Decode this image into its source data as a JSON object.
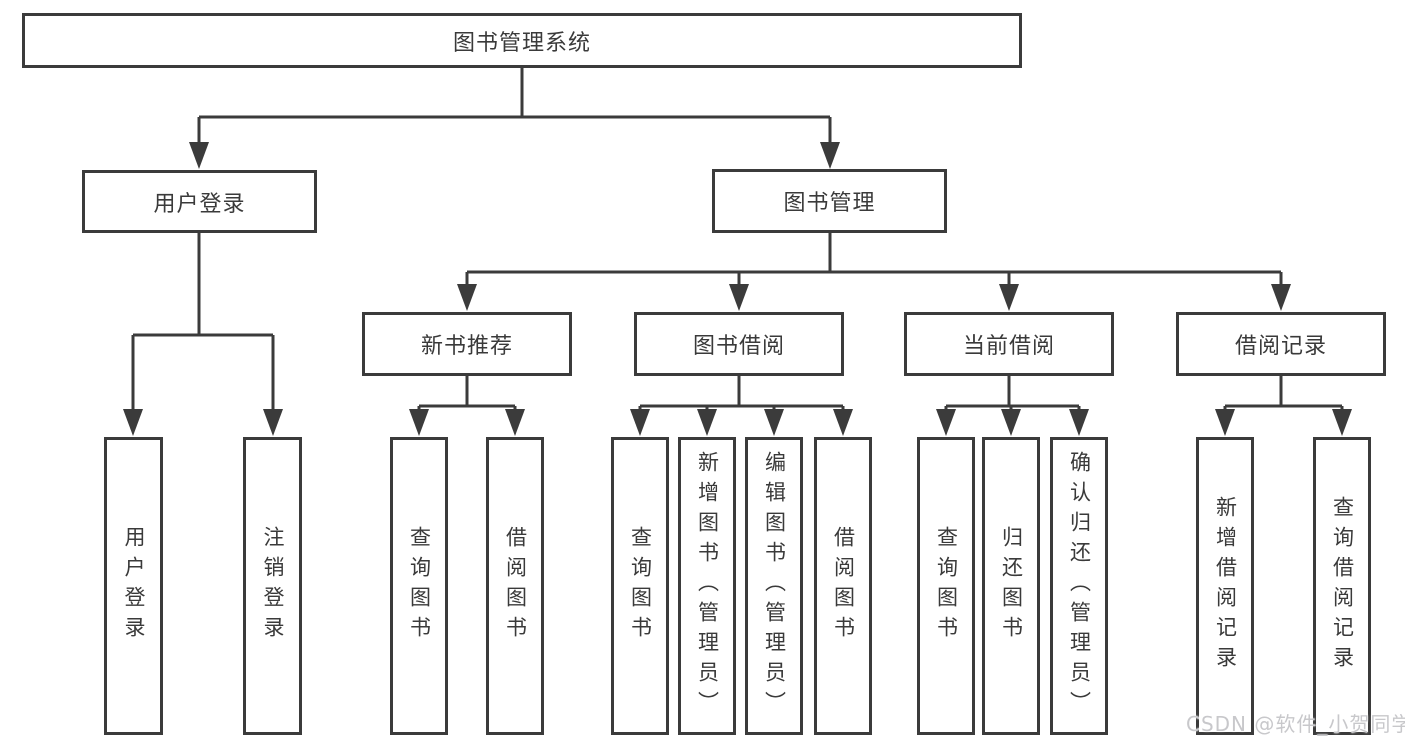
{
  "hierarchy": {
    "label": "图书管理系统",
    "children": [
      {
        "label": "用户登录",
        "children": [
          {
            "label": "用户登录"
          },
          {
            "label": "注销登录"
          }
        ]
      },
      {
        "label": "图书管理",
        "children": [
          {
            "label": "新书推荐",
            "children": [
              {
                "label": "查询图书"
              },
              {
                "label": "借阅图书"
              }
            ]
          },
          {
            "label": "图书借阅",
            "children": [
              {
                "label": "查询图书"
              },
              {
                "label": "新增图书（管理员）"
              },
              {
                "label": "编辑图书（管理员）"
              },
              {
                "label": "借阅图书"
              }
            ]
          },
          {
            "label": "当前借阅",
            "children": [
              {
                "label": "查询图书"
              },
              {
                "label": "归还图书"
              },
              {
                "label": "确认归还（管理员）"
              }
            ]
          },
          {
            "label": "借阅记录",
            "children": [
              {
                "label": "新增借阅记录"
              },
              {
                "label": "查询借阅记录"
              }
            ]
          }
        ]
      }
    ]
  },
  "watermark": {
    "text": "CSDN @软件_小贺同学"
  },
  "colors": {
    "line": "#3b3b3b",
    "text": "#3a3a3a",
    "watermark": "#c8c8cb",
    "background": "#ffffff"
  }
}
